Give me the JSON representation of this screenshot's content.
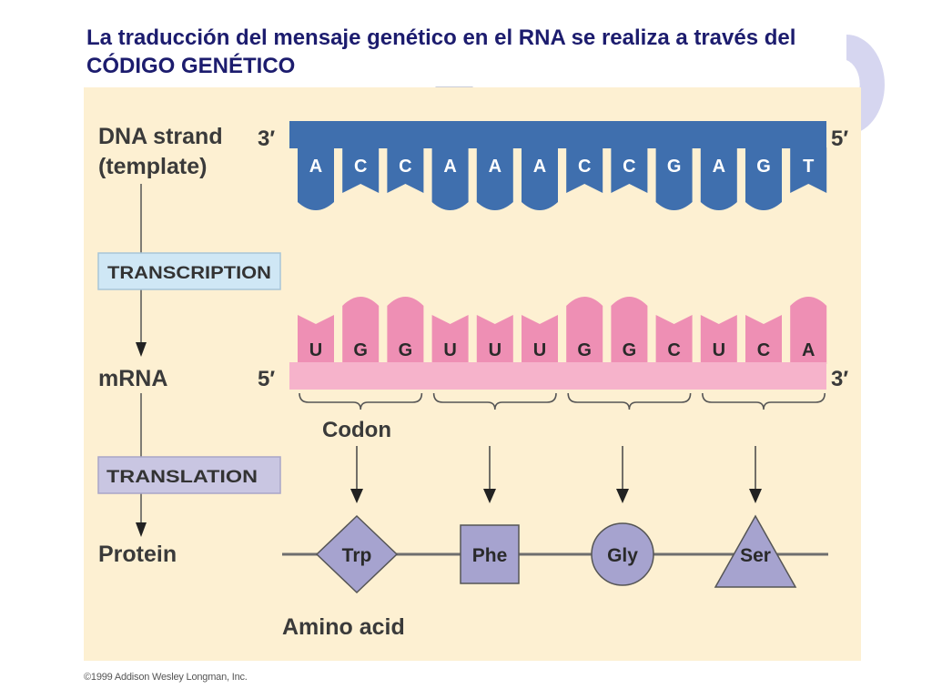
{
  "slide": {
    "title": "La traducción del mensaje genético en el RNA se realiza a través del CÓDIGO GENÉTICO",
    "copyright": "©1999 Addison Wesley Longman, Inc."
  },
  "diagram": {
    "dna_label_line1": "DNA strand",
    "dna_label_line2": "(template)",
    "transcription_label": "TRANSCRIPTION",
    "mrna_label": "mRNA",
    "translation_label": "TRANSLATION",
    "protein_label": "Protein",
    "codon_label": "Codon",
    "amino_acid_label": "Amino acid",
    "dna_end_left": "3′",
    "dna_end_right": "5′",
    "mrna_end_left": "5′",
    "mrna_end_right": "3′",
    "dna_bases": [
      "A",
      "C",
      "C",
      "A",
      "A",
      "A",
      "C",
      "C",
      "G",
      "A",
      "G",
      "T"
    ],
    "mrna_bases": [
      "U",
      "G",
      "G",
      "U",
      "U",
      "U",
      "G",
      "G",
      "C",
      "U",
      "C",
      "A"
    ],
    "amino_acids": [
      {
        "name": "Trp",
        "shape": "diamond"
      },
      {
        "name": "Phe",
        "shape": "square"
      },
      {
        "name": "Gly",
        "shape": "circle"
      },
      {
        "name": "Ser",
        "shape": "triangle"
      }
    ],
    "colors": {
      "background": "#fdf0d2",
      "dna": "#3f6fae",
      "mrna": "#ee8fb4",
      "mrna_strip": "#f6b3cb",
      "amino_acid": "#a6a3cf",
      "process_box": "#cfe7f5",
      "translation_box": "#c9c6e2"
    }
  }
}
